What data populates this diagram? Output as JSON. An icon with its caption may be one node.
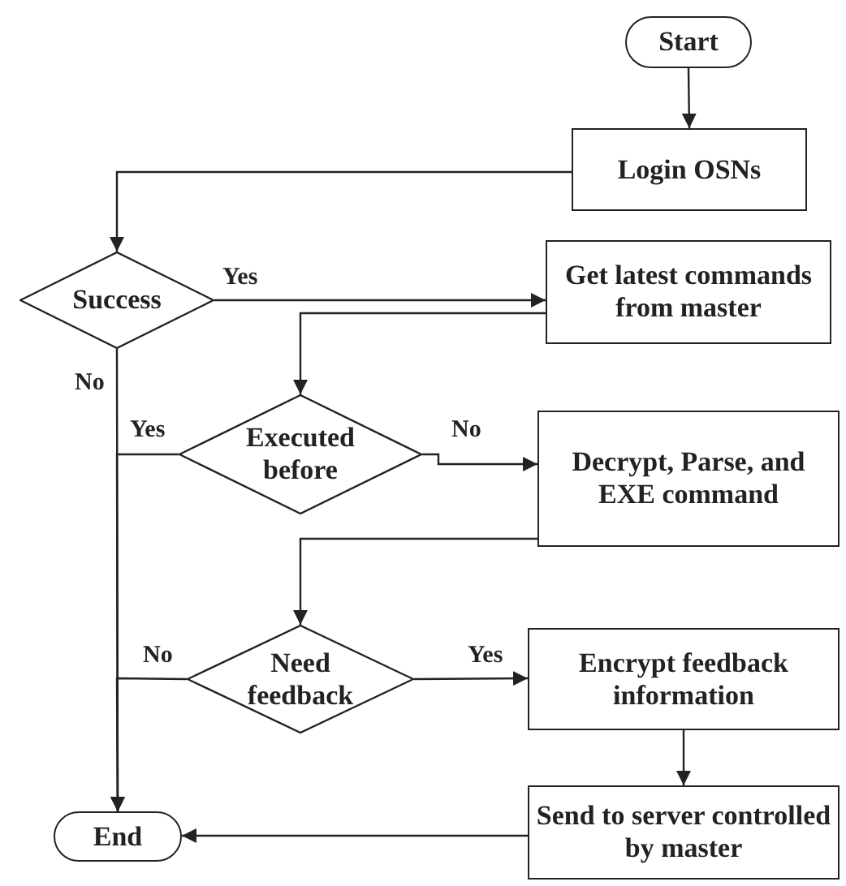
{
  "diagram": {
    "nodes": [
      {
        "text": [
          "Start"
        ]
      },
      {
        "text": [
          "Login OSNs"
        ]
      },
      {
        "text": [
          "Success"
        ]
      },
      {
        "text": [
          "Get latest commands from master"
        ]
      },
      {
        "text": [
          "Executed before"
        ]
      },
      {
        "text": [
          "Decrypt, Parse, and EXE command"
        ]
      },
      {
        "text": [
          "Need feedback"
        ]
      },
      {
        "text": [
          "Encrypt feedback information"
        ]
      },
      {
        "text": [
          "Send to server controlled by master"
        ]
      },
      {
        "text": [
          "End"
        ]
      }
    ],
    "edges": [
      {
        "from": 0,
        "to": 1,
        "arrow": "to"
      },
      {
        "from": 1,
        "to": 2,
        "arrow": "to"
      },
      {
        "from": 2,
        "to": 3,
        "arrow": "to",
        "label": "Yes"
      },
      {
        "from": 2,
        "to": 9,
        "arrow": "to",
        "label": "No"
      },
      {
        "from": 3,
        "to": 4,
        "arrow": "to"
      },
      {
        "from": 4,
        "to": 9,
        "arrow": "to",
        "label": "Yes"
      },
      {
        "from": 4,
        "to": 5,
        "arrow": "to",
        "label": "No"
      },
      {
        "from": 5,
        "to": 6,
        "arrow": "to"
      },
      {
        "from": 6,
        "to": 9,
        "arrow": "to",
        "label": "No"
      },
      {
        "from": 6,
        "to": 7,
        "arrow": "to",
        "label": "Yes"
      },
      {
        "from": 7,
        "to": 8,
        "arrow": "to"
      },
      {
        "from": 8,
        "to": 9,
        "arrow": "to"
      }
    ]
  }
}
